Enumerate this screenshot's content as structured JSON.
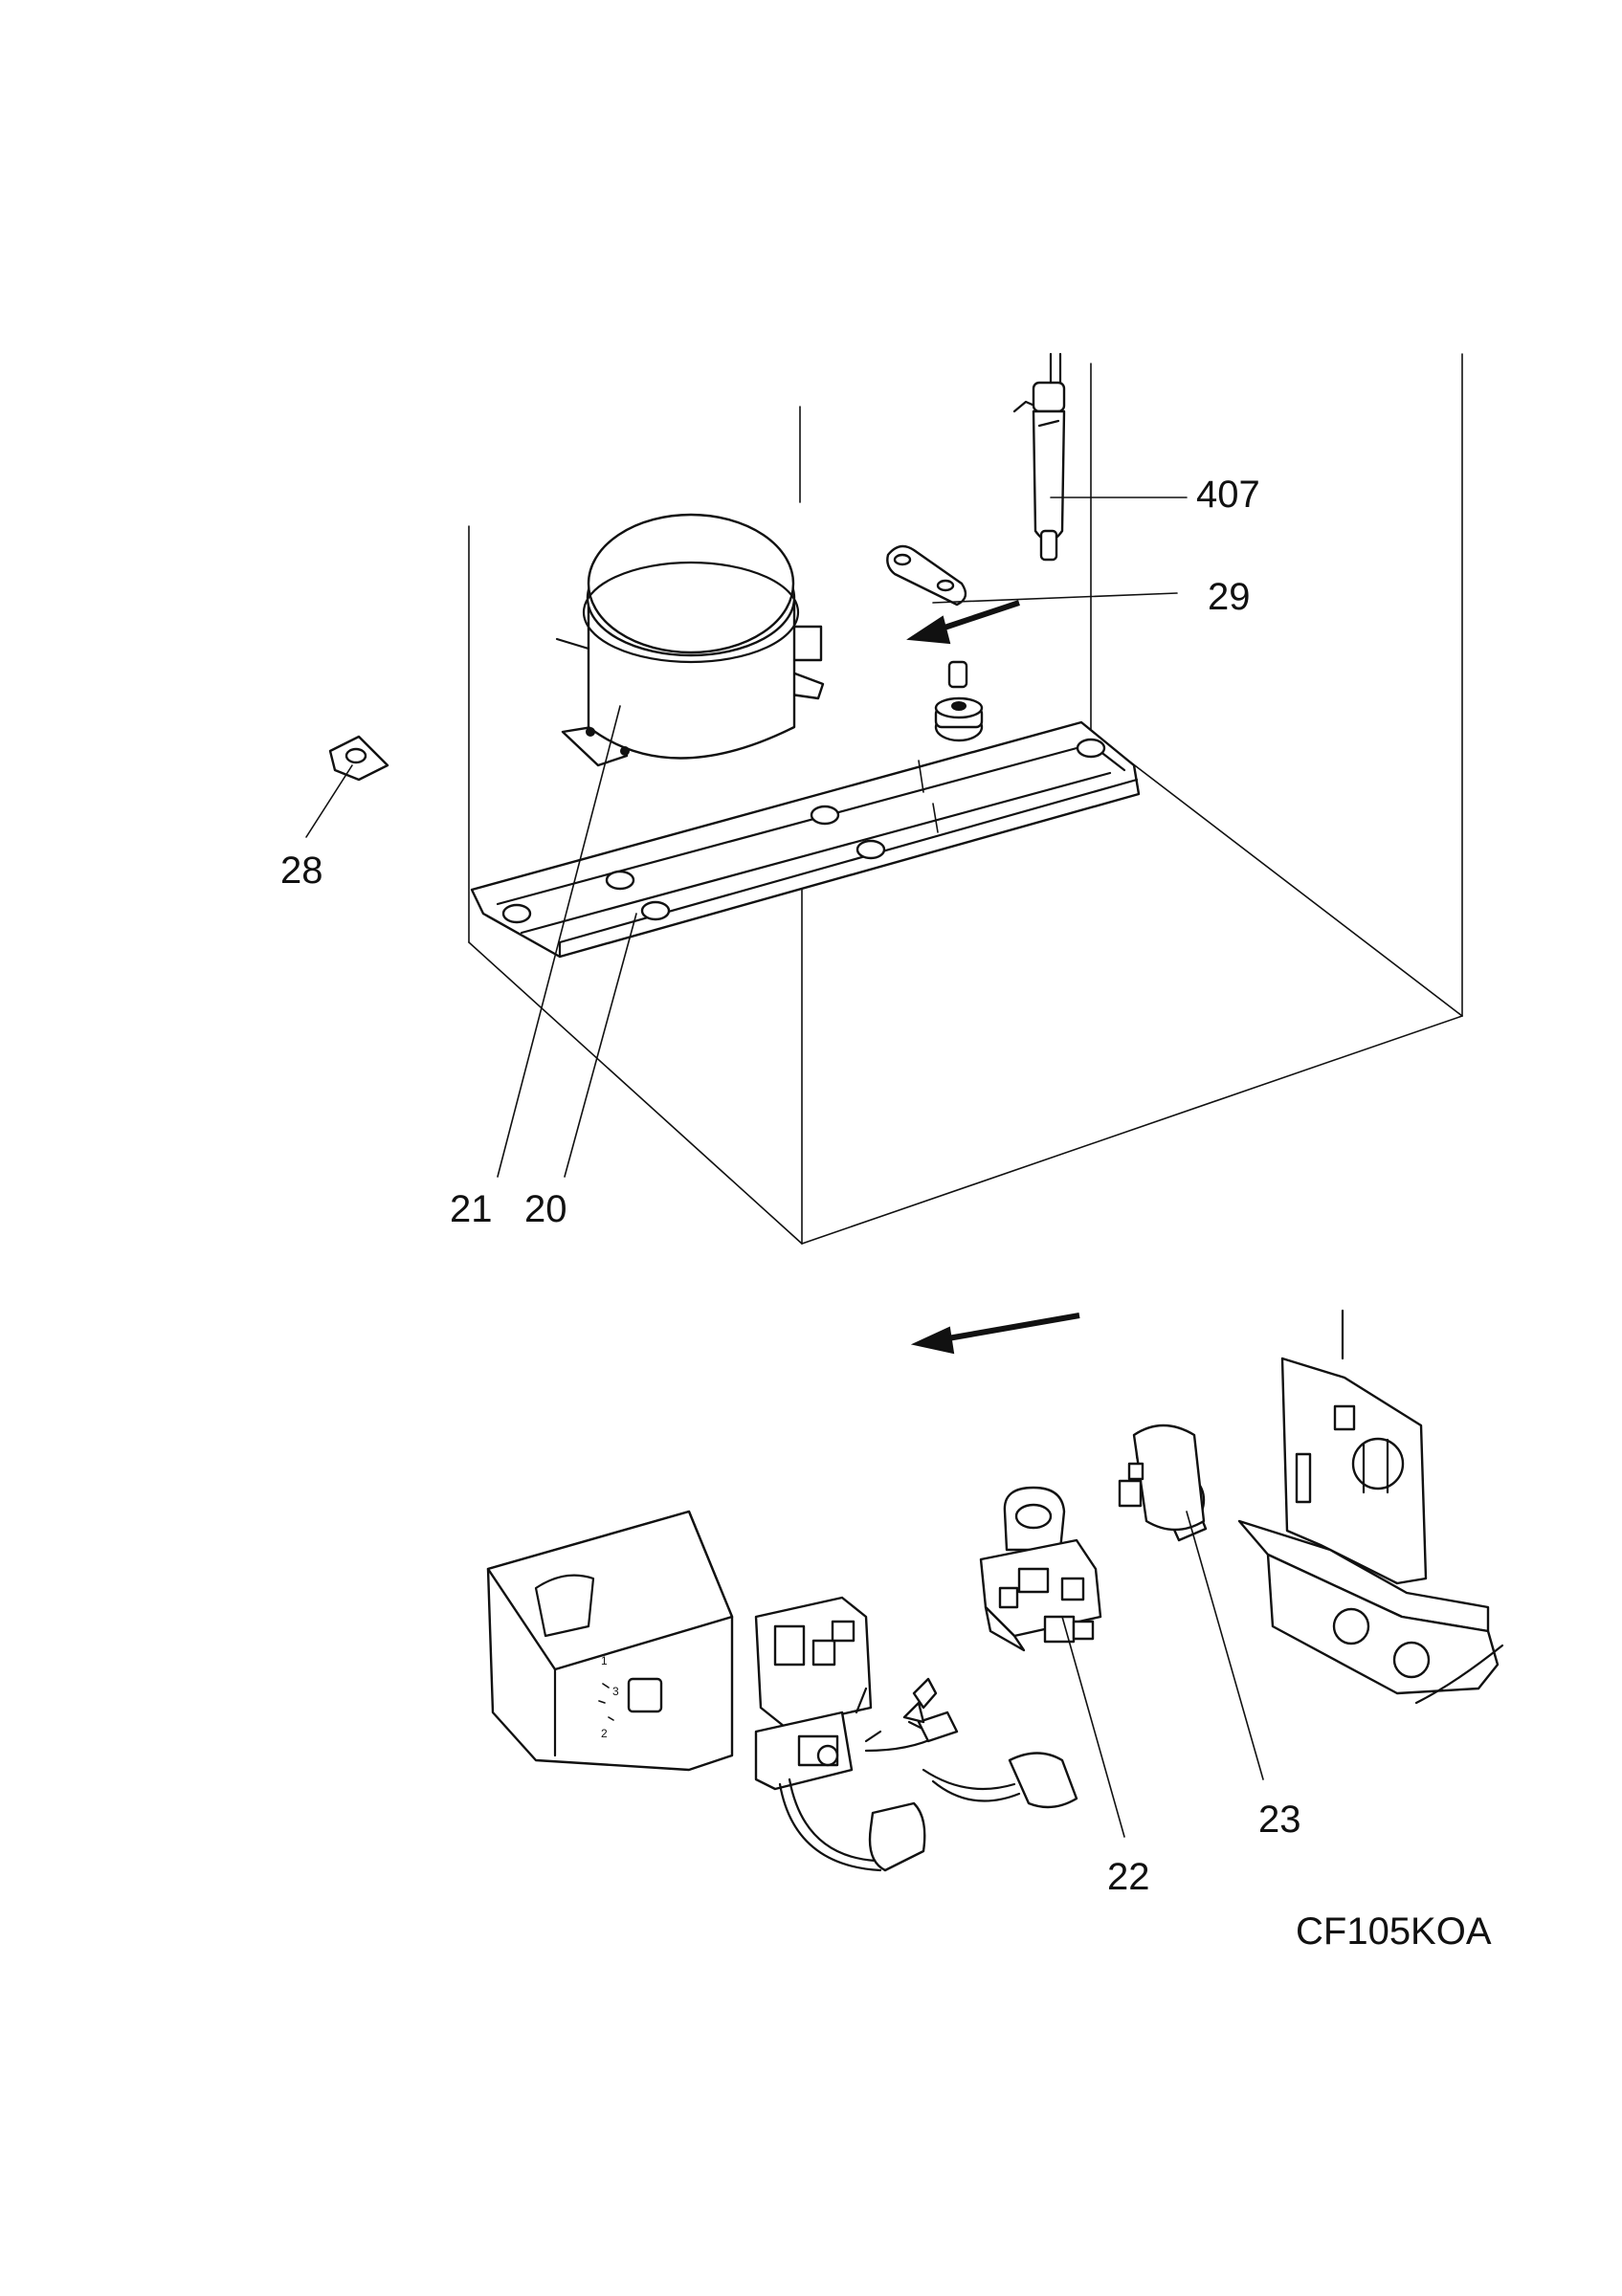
{
  "labels": {
    "p407": "407",
    "p29": "29",
    "p28": "28",
    "p21": "21",
    "p20": "20",
    "p22": "22",
    "p23": "23"
  },
  "drawing_code": "CF105KOA",
  "relay_cover_marks": [
    "1",
    "3",
    "2"
  ]
}
